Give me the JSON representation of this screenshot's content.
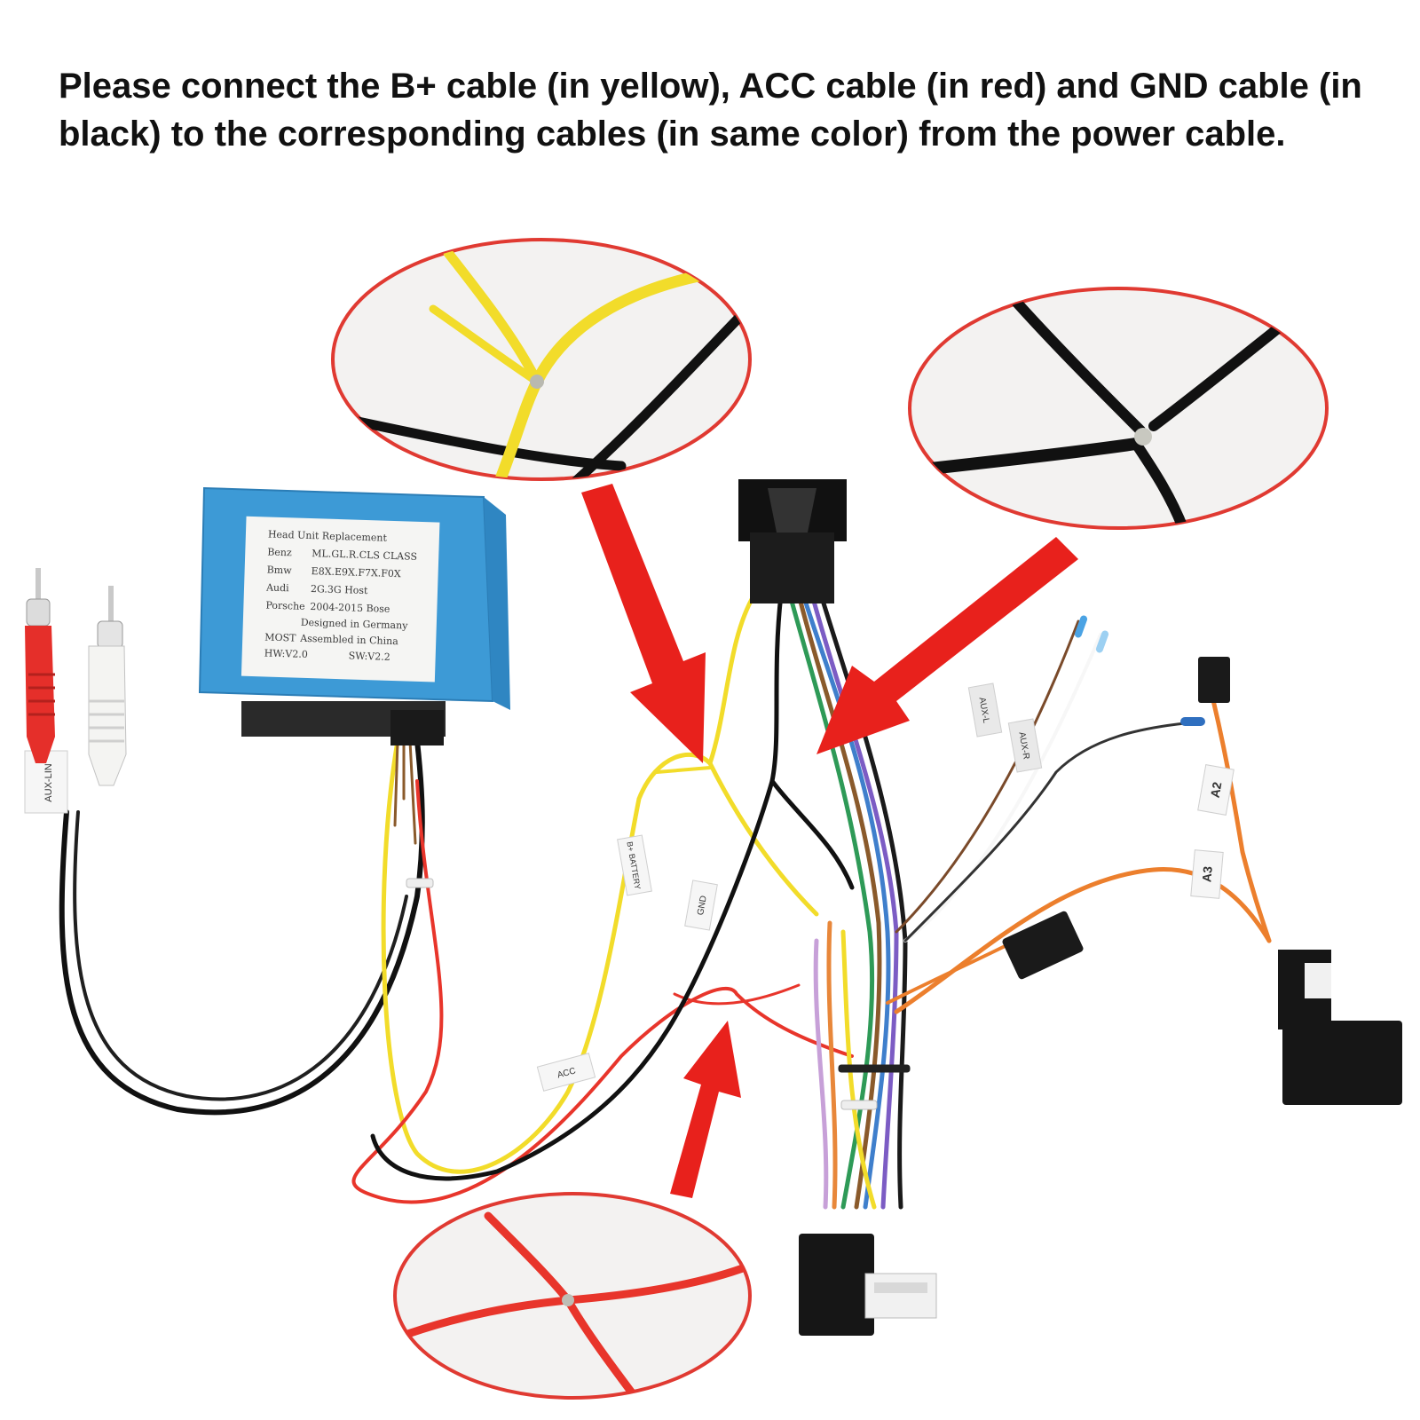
{
  "instruction": "Please connect the B+ cable (in yellow), ACC cable (in red) and GND cable (in black) to the corresponding cables (in same color) from the power cable.",
  "colors": {
    "b_plus": "#f2dc2a",
    "acc": "#e8352b",
    "gnd": "#1a1a1a",
    "module": "#3d9ad6",
    "arrow": "#e8211c",
    "callout_border": "#e03a32"
  },
  "module_label": {
    "line1": "Head Unit Replacement",
    "line2a": "Benz",
    "line2b": "ML.GL.R.CLS CLASS",
    "line3a": "Bmw",
    "line3b": "E8X.E9X.F7X.F0X",
    "line4a": "Audi",
    "line4b": "2G.3G Host",
    "line5a": "Porsche",
    "line5b": "2004-2015 Bose",
    "line6": "Designed in Germany",
    "line7a": "MOST",
    "line7b": "Assembled in China",
    "line8a": "HW:V2.0",
    "line8b": "SW:V2.2"
  },
  "cable_tags": {
    "aux": "AUX-LIN",
    "battery": "B+ BATTERY",
    "gnd": "GND",
    "acc": "ACC",
    "a1": "A2",
    "a3": "A3",
    "aux_l": "AUX-L",
    "aux_r": "AUX-R"
  },
  "icons": [
    "red-arrow-icon",
    "rca-plug-icon",
    "connector-icon"
  ]
}
